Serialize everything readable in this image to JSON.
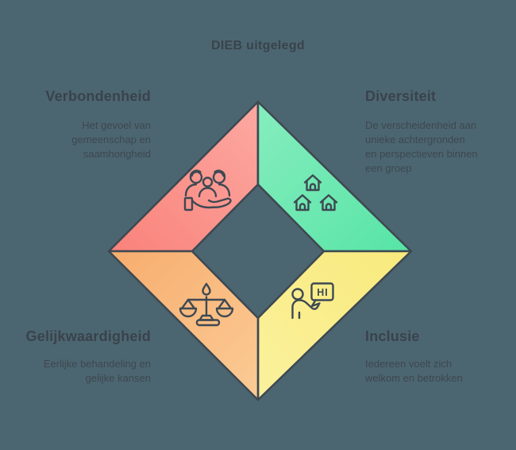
{
  "title": "DIEB uitgelegd",
  "colors": {
    "background": "#4c6671",
    "outline": "#3e4952",
    "title_text": "#39434c",
    "body_text": "#3d4750",
    "segments": {
      "verbondenheid": {
        "start": "#f9827a",
        "end": "#fca9a2"
      },
      "diversiteit": {
        "start": "#86edbe",
        "end": "#57e4a6"
      },
      "gelijkwaardigheid": {
        "start": "#f7ad6e",
        "end": "#fbcb95"
      },
      "inclusie": {
        "start": "#f8ea7c",
        "end": "#fbf19d"
      }
    }
  },
  "sections": [
    {
      "id": "verbondenheid",
      "label": "Verbondenheid",
      "description": [
        "Het gevoel van",
        "gemeenschap en",
        "saamhorigheid"
      ],
      "icon": "people-in-hand-icon"
    },
    {
      "id": "diversiteit",
      "label": "Diversiteit",
      "description": [
        "De verscheidenheid aan",
        "unieke achtergronden",
        "en perspectieven binnen",
        "een groep"
      ],
      "icon": "houses-icon"
    },
    {
      "id": "gelijkwaardigheid",
      "label": "Gelijkwaardigheid",
      "description": [
        "Eerlijke behandeling en",
        "gelijke kansen"
      ],
      "icon": "scales-icon"
    },
    {
      "id": "inclusie",
      "label": "Inclusie",
      "description": [
        "Iedereen voelt zich",
        "welkom en betrokken"
      ],
      "icon": "person-greeting-icon",
      "speech_bubble_text": "HI"
    }
  ]
}
